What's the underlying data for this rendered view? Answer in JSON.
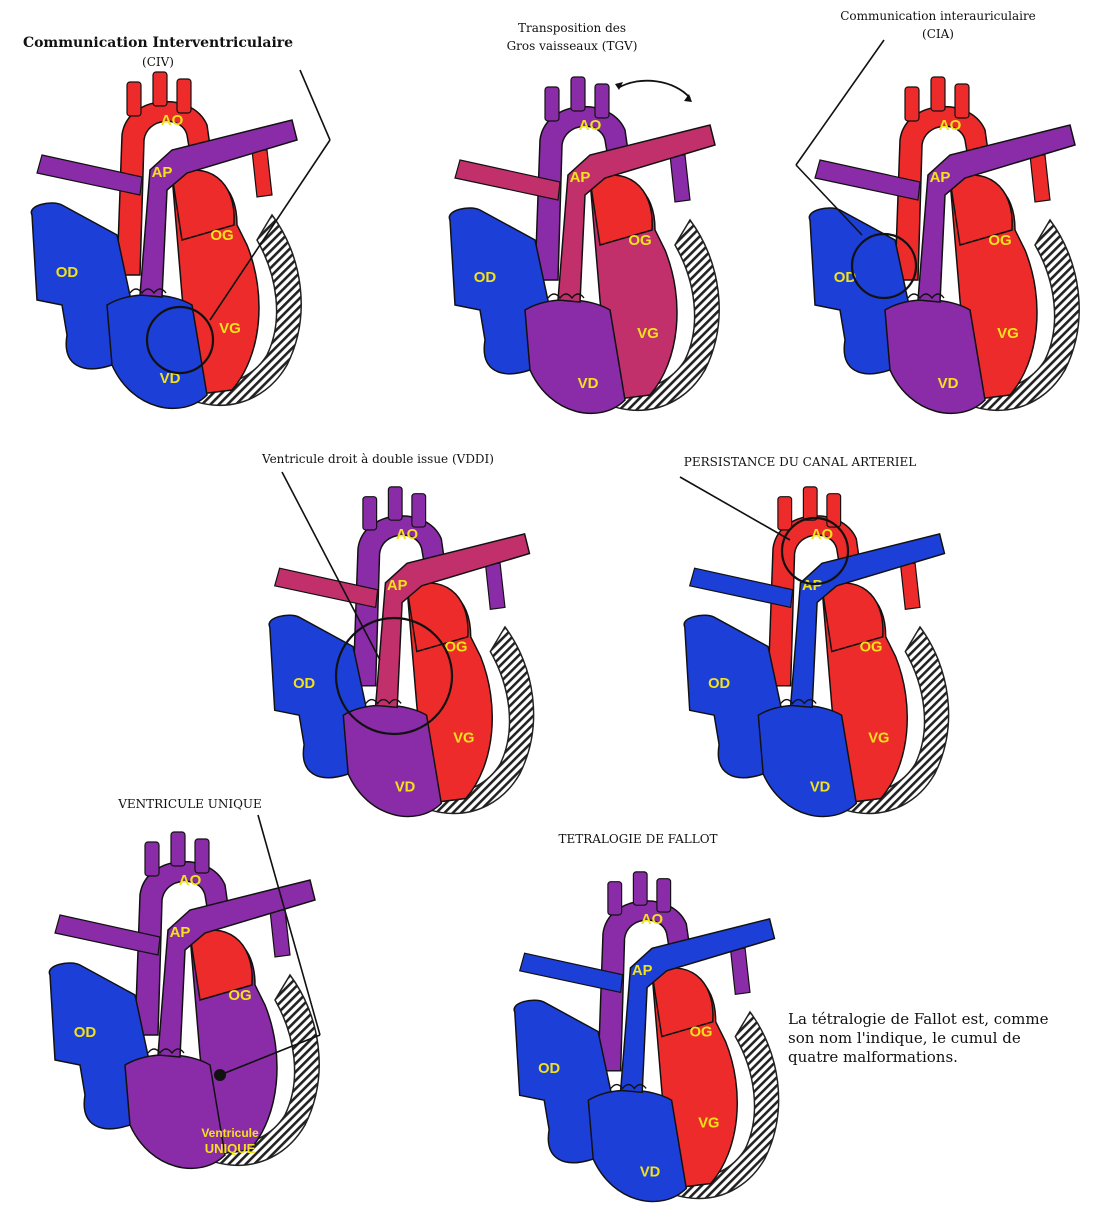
{
  "colors": {
    "oxygenated": "#ee2b2b",
    "deoxygenated": "#1c3fd8",
    "mixed": "#8a2ca8",
    "mixed_pink": "#c2306c",
    "label": "#f2e21b",
    "pericardium": "#222222"
  },
  "diagrams": [
    {
      "id": "civ",
      "title_lines": [
        "Communication Interventriculaire",
        "(CIV)"
      ],
      "labels": {
        "ao": "AO",
        "ap": "AP",
        "og": "OG",
        "od": "OD",
        "vg": "VG",
        "vd": "VD"
      },
      "colors": {
        "ao": "oxygenated",
        "ap": "mixed",
        "od": "deoxygenated",
        "og": "oxygenated",
        "vg": "oxygenated",
        "vd": "deoxygenated"
      }
    },
    {
      "id": "tgv",
      "title_lines": [
        "Transposition des",
        "Gros vaisseaux (TGV)"
      ],
      "labels": {
        "ao": "AO",
        "ap": "AP",
        "og": "OG",
        "od": "OD",
        "vg": "VG",
        "vd": "VD"
      },
      "colors": {
        "ao": "mixed",
        "ap": "mixed_pink",
        "od": "deoxygenated",
        "og": "oxygenated",
        "vg": "mixed_pink",
        "vd": "mixed"
      }
    },
    {
      "id": "cia",
      "title_lines": [
        "Communication interauriculaire",
        "(CIA)"
      ],
      "labels": {
        "ao": "AO",
        "ap": "AP",
        "og": "OG",
        "od": "OD",
        "vg": "VG",
        "vd": "VD"
      },
      "colors": {
        "ao": "oxygenated",
        "ap": "mixed",
        "od": "deoxygenated",
        "og": "oxygenated",
        "vg": "oxygenated",
        "vd": "mixed"
      }
    },
    {
      "id": "vddi",
      "title_lines": [
        "Ventricule droit à double issue (VDDI)"
      ],
      "labels": {
        "ao": "AO",
        "ap": "AP",
        "og": "OG",
        "od": "OD",
        "vg": "VG",
        "vd": "VD"
      },
      "colors": {
        "ao": "mixed",
        "ap": "mixed_pink",
        "od": "deoxygenated",
        "og": "oxygenated",
        "vg": "oxygenated",
        "vd": "mixed"
      }
    },
    {
      "id": "pca",
      "title_lines": [
        "PERSISTANCE DU CANAL ARTERIEL"
      ],
      "labels": {
        "ao": "AO",
        "ap": "AP",
        "og": "OG",
        "od": "OD",
        "vg": "VG",
        "vd": "VD"
      },
      "colors": {
        "ao": "oxygenated",
        "ap": "deoxygenated",
        "od": "deoxygenated",
        "og": "oxygenated",
        "vg": "oxygenated",
        "vd": "deoxygenated"
      }
    },
    {
      "id": "vu",
      "title_lines": [
        "VENTRICULE UNIQUE"
      ],
      "labels": {
        "ao": "AO",
        "ap": "AP",
        "og": "OG",
        "od": "OD",
        "vu_line1": "Ventricule",
        "vu_line2": "UNIQUE"
      },
      "colors": {
        "ao": "mixed",
        "ap": "mixed",
        "od": "deoxygenated",
        "og": "oxygenated",
        "vg": "mixed",
        "vd": "mixed"
      }
    },
    {
      "id": "fallot",
      "title_lines": [
        "TETRALOGIE DE FALLOT"
      ],
      "labels": {
        "ao": "AO",
        "ap": "AP",
        "og": "OG",
        "od": "OD",
        "vg": "VG",
        "vd": "VD"
      },
      "colors": {
        "ao": "mixed",
        "ap": "deoxygenated",
        "od": "deoxygenated",
        "og": "oxygenated",
        "vg": "oxygenated",
        "vd": "deoxygenated"
      }
    }
  ],
  "note": {
    "lines": [
      "La tétralogie de Fallot est, comme",
      "son nom l'indique, le cumul de",
      "quatre malformations."
    ]
  }
}
